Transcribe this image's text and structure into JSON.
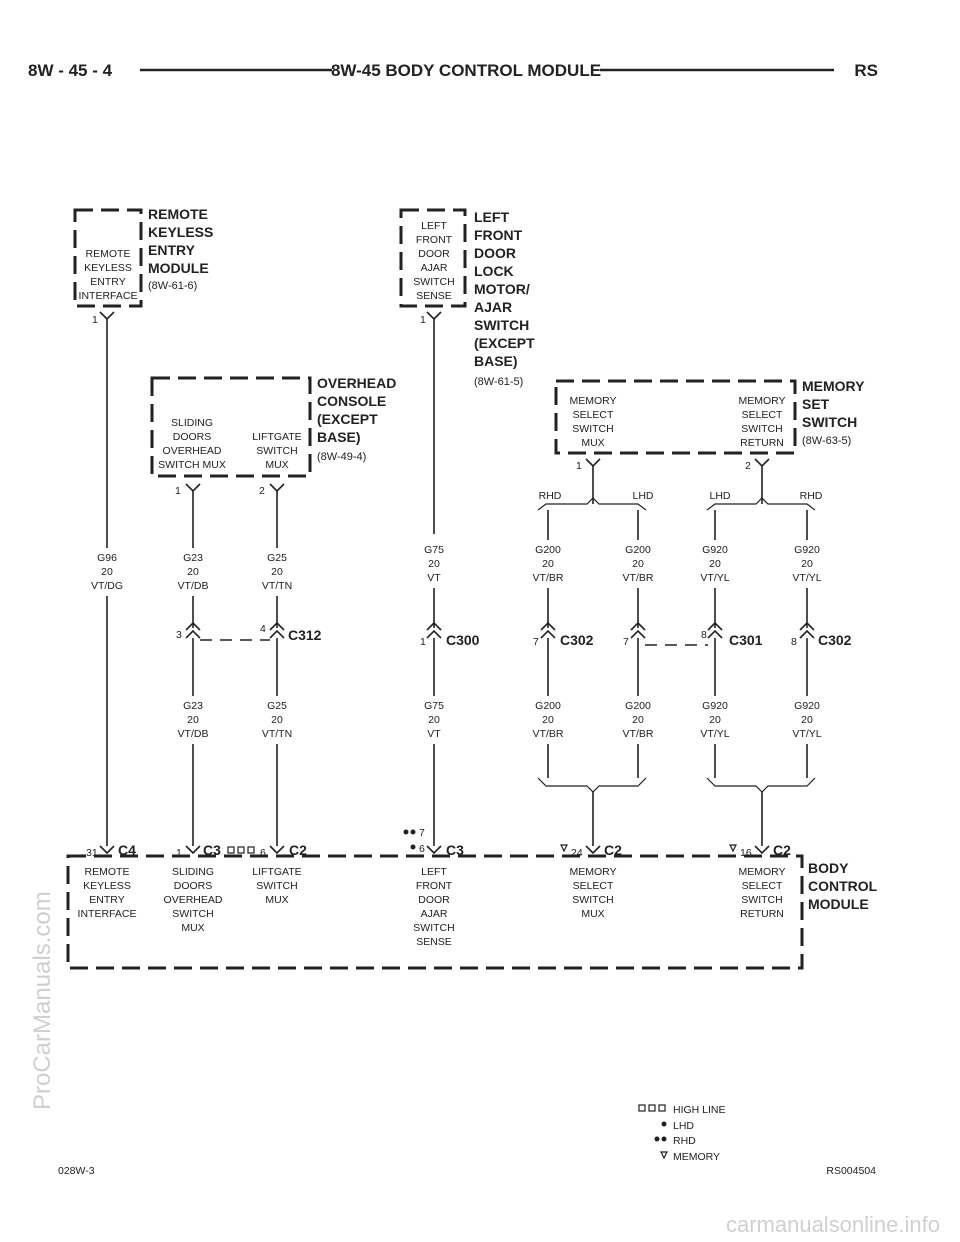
{
  "header": {
    "left": "8W - 45 - 4",
    "title": "8W-45 BODY CONTROL MODULE",
    "right": "RS"
  },
  "watermark_left": "ProCarManuals.com",
  "watermark_bottom": "carmanualsonline.info",
  "components": {
    "rke": {
      "name": [
        "REMOTE",
        "KEYLESS",
        "ENTRY",
        "MODULE"
      ],
      "ref": "(8W-61-6)",
      "inner": [
        "REMOTE",
        "KEYLESS",
        "ENTRY",
        "INTERFACE"
      ],
      "pin": "1"
    },
    "lfd": {
      "name": [
        "LEFT",
        "FRONT",
        "DOOR",
        "LOCK",
        "MOTOR/",
        "AJAR",
        "SWITCH",
        "(EXCEPT",
        "BASE)"
      ],
      "ref": "(8W-61-5)",
      "inner": [
        "LEFT",
        "FRONT",
        "DOOR",
        "AJAR",
        "SWITCH",
        "SENSE"
      ],
      "pin": "1"
    },
    "ohc": {
      "name": [
        "OVERHEAD",
        "CONSOLE",
        "(EXCEPT",
        "BASE)"
      ],
      "ref": "(8W-49-4)",
      "inner1": [
        "SLIDING",
        "DOORS",
        "OVERHEAD",
        "SWITCH MUX"
      ],
      "inner2": [
        "LIFTGATE",
        "SWITCH",
        "MUX"
      ],
      "pin1": "1",
      "pin2": "2"
    },
    "mss": {
      "name": [
        "MEMORY",
        "SET",
        "SWITCH"
      ],
      "ref": "(8W-63-5)",
      "inner1": [
        "MEMORY",
        "SELECT",
        "SWITCH",
        "MUX"
      ],
      "inner2": [
        "MEMORY",
        "SELECT",
        "SWITCH",
        "RETURN"
      ],
      "pin1": "1",
      "pin2": "2"
    },
    "bcm": {
      "name": [
        "BODY",
        "CONTROL",
        "MODULE"
      ]
    }
  },
  "branches": {
    "rhd1": "RHD",
    "lhd1": "LHD",
    "lhd2": "LHD",
    "rhd2": "RHD"
  },
  "wires_top": [
    [
      "G96",
      "20",
      "VT/DG"
    ],
    [
      "G23",
      "20",
      "VT/DB"
    ],
    [
      "G25",
      "20",
      "VT/TN"
    ],
    [
      "G75",
      "20",
      "VT"
    ],
    [
      "G200",
      "20",
      "VT/BR"
    ],
    [
      "G200",
      "20",
      "VT/BR"
    ],
    [
      "G920",
      "20",
      "VT/YL"
    ],
    [
      "G920",
      "20",
      "VT/YL"
    ]
  ],
  "wires_bottom": [
    [
      "G23",
      "20",
      "VT/DB"
    ],
    [
      "G25",
      "20",
      "VT/TN"
    ],
    [
      "G75",
      "20",
      "VT"
    ],
    [
      "G200",
      "20",
      "VT/BR"
    ],
    [
      "G200",
      "20",
      "VT/BR"
    ],
    [
      "G920",
      "20",
      "VT/YL"
    ],
    [
      "G920",
      "20",
      "VT/YL"
    ]
  ],
  "inline_connectors": {
    "c312": {
      "name": "C312",
      "pin_a": "3",
      "pin_b": "4"
    },
    "c300": {
      "name": "C300",
      "pin": "1"
    },
    "c302a": {
      "name": "C302",
      "pin": "7"
    },
    "c301": {
      "name": "C301",
      "pin_a": "7",
      "pin_b": "8"
    },
    "c302b": {
      "name": "C302",
      "pin": "8"
    }
  },
  "bcm_connectors": [
    {
      "pin": "31",
      "name": "C4",
      "label": [
        "REMOTE",
        "KEYLESS",
        "ENTRY",
        "INTERFACE"
      ]
    },
    {
      "pin": "1",
      "name": "C3",
      "label": [
        "SLIDING",
        "DOORS",
        "OVERHEAD",
        "SWITCH",
        "MUX"
      ]
    },
    {
      "pin": "6",
      "name": "C2",
      "label": [
        "LIFTGATE",
        "SWITCH",
        "MUX"
      ]
    },
    {
      "pin": "6",
      "pin_alt": "7",
      "name": "C3",
      "label": [
        "LEFT",
        "FRONT",
        "DOOR",
        "AJAR",
        "SWITCH",
        "SENSE"
      ]
    },
    {
      "pin": "24",
      "name": "C2",
      "label": [
        "MEMORY",
        "SELECT",
        "SWITCH",
        "MUX"
      ]
    },
    {
      "pin": "16",
      "name": "C2",
      "label": [
        "MEMORY",
        "SELECT",
        "SWITCH",
        "RETURN"
      ]
    }
  ],
  "legend": {
    "high_line": "HIGH LINE",
    "lhd": "LHD",
    "rhd": "RHD",
    "memory": "MEMORY"
  },
  "footer": {
    "left": "028W-3",
    "right": "RS004504"
  }
}
